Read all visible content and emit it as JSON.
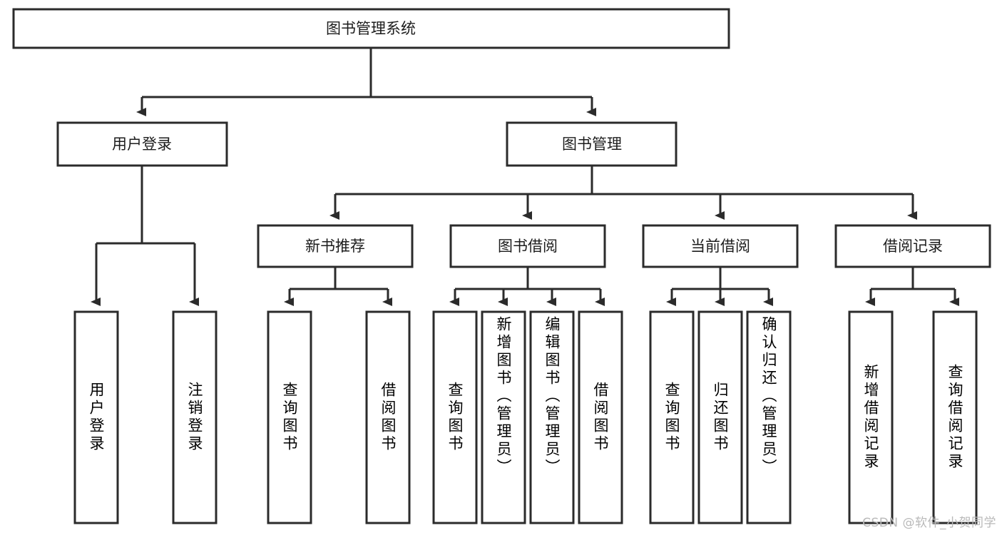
{
  "diagram": {
    "type": "tree-hierarchy",
    "title": "图书管理系统",
    "watermark": "CSDN @软件_小贺同学",
    "colors": {
      "box_stroke": "#2b2b2b",
      "box_fill": "#ffffff",
      "text": "#1c1c1c",
      "background": "#ffffff",
      "watermark": "#b9b9b9"
    },
    "root": {
      "label": "图书管理系统"
    },
    "level2": [
      {
        "label": "用户登录"
      },
      {
        "label": "图书管理"
      }
    ],
    "level3": [
      {
        "label": "新书推荐"
      },
      {
        "label": "图书借阅"
      },
      {
        "label": "当前借阅"
      },
      {
        "label": "借阅记录"
      }
    ],
    "leaves": {
      "user_login": [
        {
          "label": "用户登录"
        },
        {
          "label": "注销登录"
        }
      ],
      "new_book_recommend": [
        {
          "label": "查询图书"
        },
        {
          "label": "借阅图书"
        }
      ],
      "book_borrow": [
        {
          "label": "查询图书"
        },
        {
          "label": "新增图书（管理员）"
        },
        {
          "label": "编辑图书（管理员）"
        },
        {
          "label": "借阅图书"
        }
      ],
      "current_borrow": [
        {
          "label": "查询图书"
        },
        {
          "label": "归还图书"
        },
        {
          "label": "确认归还（管理员）"
        }
      ],
      "borrow_record": [
        {
          "label": "新增借阅记录"
        },
        {
          "label": "查询借阅记录"
        }
      ]
    }
  }
}
